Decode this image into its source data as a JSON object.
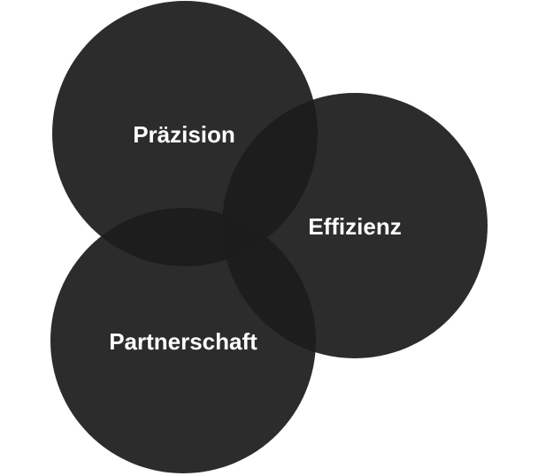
{
  "diagram": {
    "type": "venn",
    "colors": {
      "circle_fill": "#2a2a2a",
      "label_text": "#ffffff",
      "background": "#ffffff"
    },
    "sets": [
      {
        "label": "Präzision"
      },
      {
        "label": "Effizienz"
      },
      {
        "label": "Partnerschaft"
      }
    ]
  }
}
